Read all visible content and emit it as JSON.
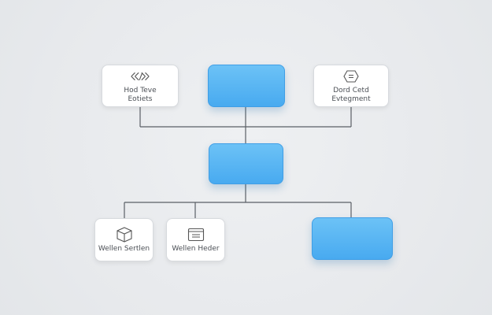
{
  "diagram": {
    "nodes": {
      "top_left": {
        "lines": [
          "Hod Teve",
          "Eotiets"
        ],
        "icon": "code-arrows-icon"
      },
      "top_center": {
        "lines": [],
        "icon": ""
      },
      "top_right": {
        "lines": [
          "Dord Cetd",
          "Evtegment"
        ],
        "icon": "hexagon-icon"
      },
      "middle": {
        "lines": [],
        "icon": ""
      },
      "bottom_left": {
        "lines": [
          "Wellen Sertlen"
        ],
        "icon": "box-icon"
      },
      "bottom_middle": {
        "lines": [
          "Wellen Heder"
        ],
        "icon": "document-window-icon"
      },
      "bottom_right": {
        "lines": [],
        "icon": ""
      }
    },
    "colors": {
      "blue_node": "#4facf1",
      "white_node": "#ffffff",
      "connector": "#5a5f66",
      "background": "#e9ebed"
    }
  }
}
